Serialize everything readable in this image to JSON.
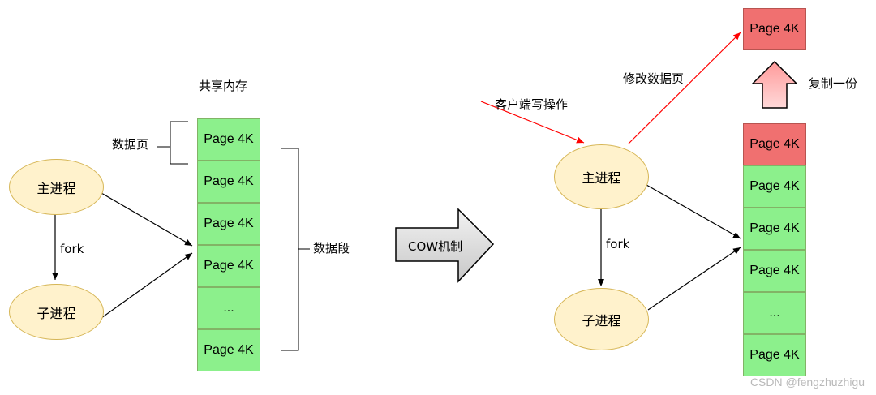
{
  "left": {
    "shared_memory_title": "共享内存",
    "data_page_label": "数据页",
    "data_segment_label": "数据段",
    "main_process": "主进程",
    "child_process": "子进程",
    "fork_label": "fork",
    "cells": [
      "Page 4K",
      "Page 4K",
      "Page 4K",
      "Page 4K",
      "...",
      "Page 4K"
    ]
  },
  "middle": {
    "cow_label": "COW机制"
  },
  "right": {
    "client_write_label": "客户端写操作",
    "modify_page_label": "修改数据页",
    "copy_label": "复制一份",
    "main_process": "主进程",
    "child_process": "子进程",
    "fork_label": "fork",
    "copied_page": "Page 4K",
    "cells": [
      "Page 4K",
      "Page 4K",
      "Page 4K",
      "Page 4K",
      "...",
      "Page 4K"
    ]
  },
  "colors": {
    "green_cell": "#8cf08c",
    "red_cell": "#f07070",
    "process_fill": "#fff2cc",
    "arrow_red": "#ff0000"
  },
  "watermark": "CSDN @fengzhuzhigu"
}
